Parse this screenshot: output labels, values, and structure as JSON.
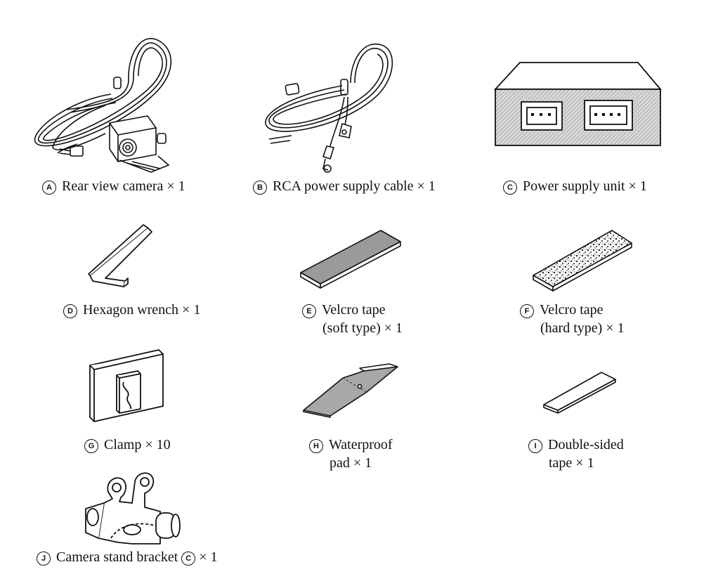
{
  "items": [
    {
      "badge": "A",
      "line1": "Rear view camera × 1",
      "line2": ""
    },
    {
      "badge": "B",
      "line1": "RCA power supply cable × 1",
      "line2": ""
    },
    {
      "badge": "C",
      "line1": "Power supply unit × 1",
      "line2": ""
    },
    {
      "badge": "D",
      "line1": "Hexagon wrench × 1",
      "line2": ""
    },
    {
      "badge": "E",
      "line1": "Velcro tape",
      "line2": "(soft type) × 1"
    },
    {
      "badge": "F",
      "line1": "Velcro tape",
      "line2": "(hard type) × 1"
    },
    {
      "badge": "G",
      "line1": "Clamp × 10",
      "line2": ""
    },
    {
      "badge": "H",
      "line1": "Waterproof",
      "line2": "pad × 1"
    },
    {
      "badge": "I",
      "line1": "Double-sided",
      "line2": "tape × 1"
    },
    {
      "badge": "J",
      "line1": "Camera stand bracket",
      "inline_badge": "C",
      "line1_suffix": " × 1"
    }
  ]
}
